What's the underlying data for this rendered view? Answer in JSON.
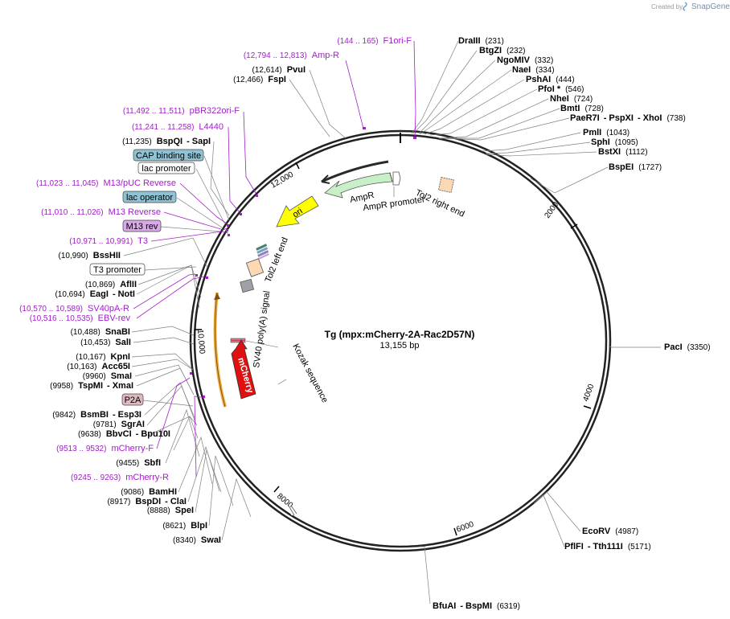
{
  "branding": {
    "created_by": "Created by",
    "app": "SnapGene"
  },
  "map": {
    "title": "Tg (mpx:mCherry-2A-Rac2D57N)",
    "length": "13,155 bp"
  },
  "ticks": [
    "2000",
    "4000",
    "6000",
    "8000",
    "10,000",
    "12,000"
  ],
  "enzymes": [
    {
      "name": "DraIII",
      "pos": "(231)"
    },
    {
      "name": "BtgZI",
      "pos": "(232)"
    },
    {
      "name": "NgoMIV",
      "pos": "(332)"
    },
    {
      "name": "NaeI",
      "pos": "(334)"
    },
    {
      "name": "PshAI",
      "pos": "(444)"
    },
    {
      "name": "PfoI *",
      "pos": "(546)"
    },
    {
      "name": "NheI",
      "pos": "(724)"
    },
    {
      "name": "BmtI",
      "pos": "(728)"
    },
    {
      "name": "PaeR7I",
      "name2": "PspXI",
      "name3": "XhoI",
      "pos": "(738)"
    },
    {
      "name": "PmlI",
      "pos": "(1043)"
    },
    {
      "name": "SphI",
      "pos": "(1095)"
    },
    {
      "name": "BstXI",
      "pos": "(1112)"
    },
    {
      "name": "BspEI",
      "pos": "(1727)"
    },
    {
      "name": "PacI",
      "pos": "(3350)"
    },
    {
      "name": "EcoRV",
      "pos": "(4987)"
    },
    {
      "name": "PflFI",
      "name2": "Tth111I",
      "pos": "(5171)"
    },
    {
      "name": "BfuAI",
      "name2": "BspMI",
      "pos": "(6319)"
    },
    {
      "name": "SwaI",
      "pos": "(8340)"
    },
    {
      "name": "BlpI",
      "pos": "(8621)"
    },
    {
      "name": "SpeI",
      "pos": "(8888)"
    },
    {
      "name": "BspDI",
      "name2": "ClaI",
      "pos": "(8917)"
    },
    {
      "name": "BamHI",
      "pos": "(9086)"
    },
    {
      "name": "SbfI",
      "pos": "(9455)"
    },
    {
      "name": "BbvCI",
      "name2": "Bpu10I",
      "pos": "(9638)"
    },
    {
      "name": "SgrAI",
      "pos": "(9781)"
    },
    {
      "name": "BsmBI",
      "name2": "Esp3I",
      "pos": "(9842)"
    },
    {
      "name": "TspMI",
      "name2": "XmaI",
      "pos": "(9958)"
    },
    {
      "name": "SmaI",
      "pos": "(9960)"
    },
    {
      "name": "Acc65I",
      "pos": "(10,163)"
    },
    {
      "name": "KpnI",
      "pos": "(10,167)"
    },
    {
      "name": "SalI",
      "pos": "(10,453)"
    },
    {
      "name": "SnaBI",
      "pos": "(10,488)"
    },
    {
      "name": "EagI",
      "name2": "NotI",
      "pos": "(10,694)"
    },
    {
      "name": "AflII",
      "pos": "(10,869)"
    },
    {
      "name": "BssHII",
      "pos": "(10,990)"
    },
    {
      "name": "BspQI",
      "name2": "SapI",
      "pos": "(11,235)"
    },
    {
      "name": "FspI",
      "pos": "(12,466)"
    },
    {
      "name": "PvuI",
      "pos": "(12,614)"
    }
  ],
  "primers": [
    {
      "name": "F1ori-F",
      "pos": "(144 .. 165)"
    },
    {
      "name": "Amp-R",
      "pos": "(12,794 .. 12,813)"
    },
    {
      "name": "pBR322ori-F",
      "pos": "(11,492 .. 11,511)"
    },
    {
      "name": "L4440",
      "pos": "(11,241 .. 11,258)"
    },
    {
      "name": "M13/pUC Reverse",
      "pos": "(11,023 .. 11,045)"
    },
    {
      "name": "M13 Reverse",
      "pos": "(11,010 .. 11,026)"
    },
    {
      "name": "T3",
      "pos": "(10,971 .. 10,991)"
    },
    {
      "name": "SV40pA-R",
      "pos": "(10,570 .. 10,589)"
    },
    {
      "name": "EBV-rev",
      "pos": "(10,516 .. 10,535)"
    },
    {
      "name": "mCherry-F",
      "pos": "(9513 .. 9532)"
    },
    {
      "name": "mCherry-R",
      "pos": "(9245 .. 9263)"
    }
  ],
  "boxed_features": [
    "CAP binding site",
    "lac promoter",
    "lac operator",
    "M13 rev",
    "T3 promoter",
    "P2A"
  ],
  "features": {
    "ampr": "AmpR",
    "ampr_promoter": "AmpR promoter",
    "tol2_right": "Tol2 right end",
    "ori": "ori",
    "tol2_left": "Tol2 left end",
    "sv40": "SV40 poly(A) signal",
    "mcherry": "mCherry",
    "kozak": "Kozak sequence"
  },
  "colors": {
    "primer": "#a020c8",
    "cap_box": "#8fc3d4",
    "lac_operator_box": "#8fc3d4",
    "m13_box": "#d8a8e8",
    "p2a_box": "#e0b8c0",
    "ampr": "#c8f0c8",
    "ori": "#ffff00",
    "mcherry": "#e01010",
    "tol2": "#fcd8b4",
    "sv40": "#a0a0a8"
  }
}
